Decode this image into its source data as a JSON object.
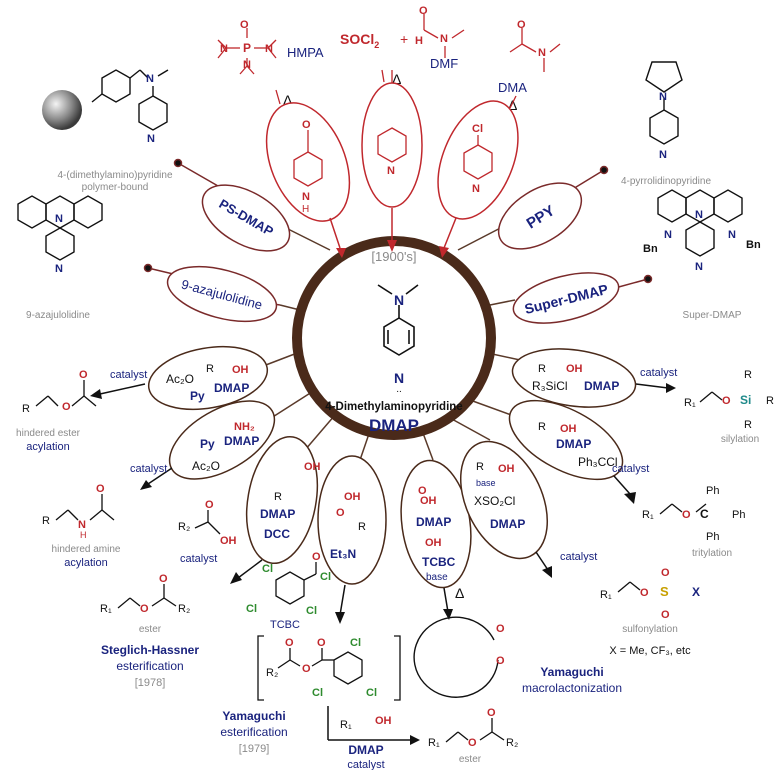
{
  "center": {
    "decade": "[1900's]",
    "name": "4-Dimethylaminopyridine",
    "abbr": "DMAP"
  },
  "synthesis": {
    "hmpa": "HMPA",
    "socl2": "SOCl",
    "socl2_sub": "2",
    "plus": "+",
    "dmf": "DMF",
    "dma": "DMA",
    "delta": "Δ"
  },
  "analogs": {
    "ps_dmap_node": "PS-DMAP",
    "ppy_node": "PPY",
    "azaj_node": "9-azajulolidine",
    "super_node": "Super-DMAP",
    "ps_dmap_caption_1": "4-(dimethylamino)pyridine",
    "ps_dmap_caption_2": "polymer-bound",
    "ppy_caption": "4-pyrrolidinopyridine",
    "azaj_caption": "9-azajulolidine",
    "super_caption": "Super-DMAP",
    "bn": "Bn"
  },
  "reactions": {
    "catalyst": "catalyst",
    "acylation_ester_label": "hindered ester",
    "acylation_ester_title": "acylation",
    "acylation_amine_label": "hindered amine",
    "acylation_amine_title": "acylation",
    "ac2o": "Ac₂O",
    "py": "Py",
    "dmap": "DMAP",
    "dcc": "DCC",
    "et3n": "Et₃N",
    "tcbc": "TCBC",
    "base": "base",
    "r3sicl": "R₃SiCl",
    "ph3ccl": "Ph₃CCl",
    "xso2cl": "XSO₂Cl",
    "silylation": "silylation",
    "tritylation": "tritylation",
    "sulfonylation": "sulfonylation",
    "x_def": "X = Me, CF₃, etc",
    "ester": "ester",
    "steglich_1": "Steglich-Hassner",
    "steglich_2": "esterification",
    "steglich_year": "[1978]",
    "yamaguchi_1": "Yamaguchi",
    "yamaguchi_2": "esterification",
    "yamaguchi_year": "[1979]",
    "yamaguchi_macro_1": "Yamaguchi",
    "yamaguchi_macro_2": "macrolactonization",
    "ph": "Ph"
  },
  "colors": {
    "ring": "#4a2a1a",
    "red": "#c0282d",
    "blue": "#1a237e",
    "gray": "#8a8a8a",
    "green": "#2e8b2e",
    "silicon": "#1f8a8a",
    "sulfur": "#c8a000"
  }
}
